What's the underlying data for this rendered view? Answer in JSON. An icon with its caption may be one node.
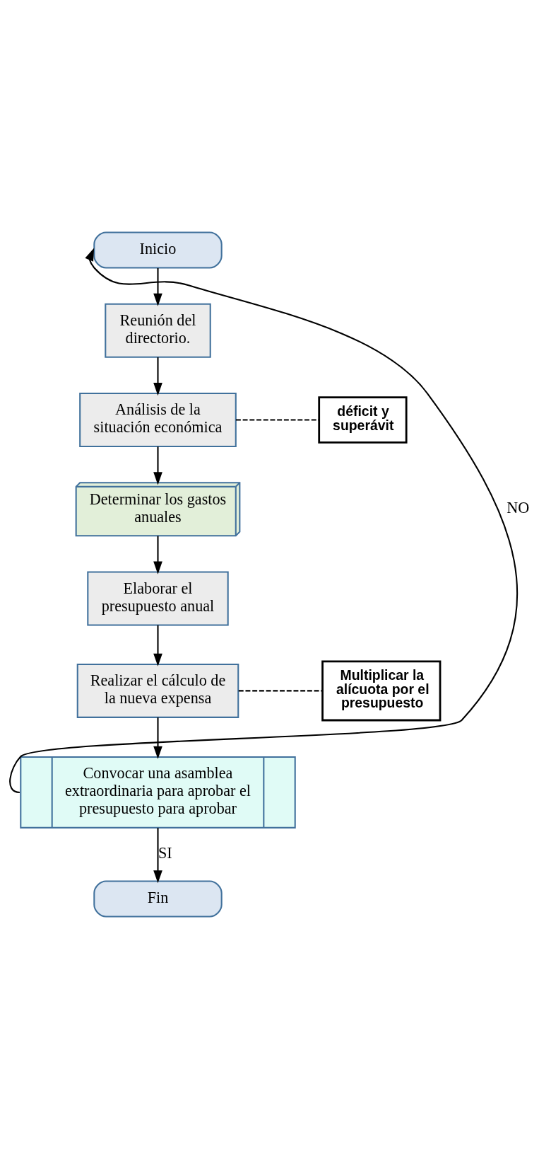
{
  "diagram": {
    "nodes": [
      {
        "text": [
          "Inicio"
        ]
      },
      {
        "text": [
          "Reunión del directorio."
        ]
      },
      {
        "text": [
          "Análisis de la situación económica"
        ]
      },
      {
        "text": [
          "déficit y superávit"
        ]
      },
      {
        "text": [
          "Determinar los gastos anuales"
        ]
      },
      {
        "text": [
          "Elaborar el presupuesto anual"
        ]
      },
      {
        "text": [
          "Realizar el cálculo de la nueva expensa"
        ]
      },
      {
        "text": [
          "Multiplicar la alícuota por el presupuesto"
        ]
      },
      {
        "text": [
          "Convocar una asamblea extraordinaria para aprobar el presupuesto para aprobar"
        ]
      },
      {
        "text": [
          "Fin"
        ]
      }
    ],
    "edges": [
      {
        "from": 0,
        "to": 1,
        "arrow": "to"
      },
      {
        "from": 1,
        "to": 2,
        "arrow": "to"
      },
      {
        "from": 2,
        "to": 3,
        "arrow": "none",
        "style": "dashed"
      },
      {
        "from": 2,
        "to": 4,
        "arrow": "to"
      },
      {
        "from": 4,
        "to": 5,
        "arrow": "to"
      },
      {
        "from": 5,
        "to": 6,
        "arrow": "to"
      },
      {
        "from": 6,
        "to": 7,
        "arrow": "none",
        "style": "dashed"
      },
      {
        "from": 6,
        "to": 8,
        "arrow": "to"
      },
      {
        "from": 8,
        "to": 9,
        "arrow": "to",
        "label": "SI"
      },
      {
        "from": 8,
        "to": 0,
        "arrow": "to",
        "label": "NO"
      }
    ]
  }
}
